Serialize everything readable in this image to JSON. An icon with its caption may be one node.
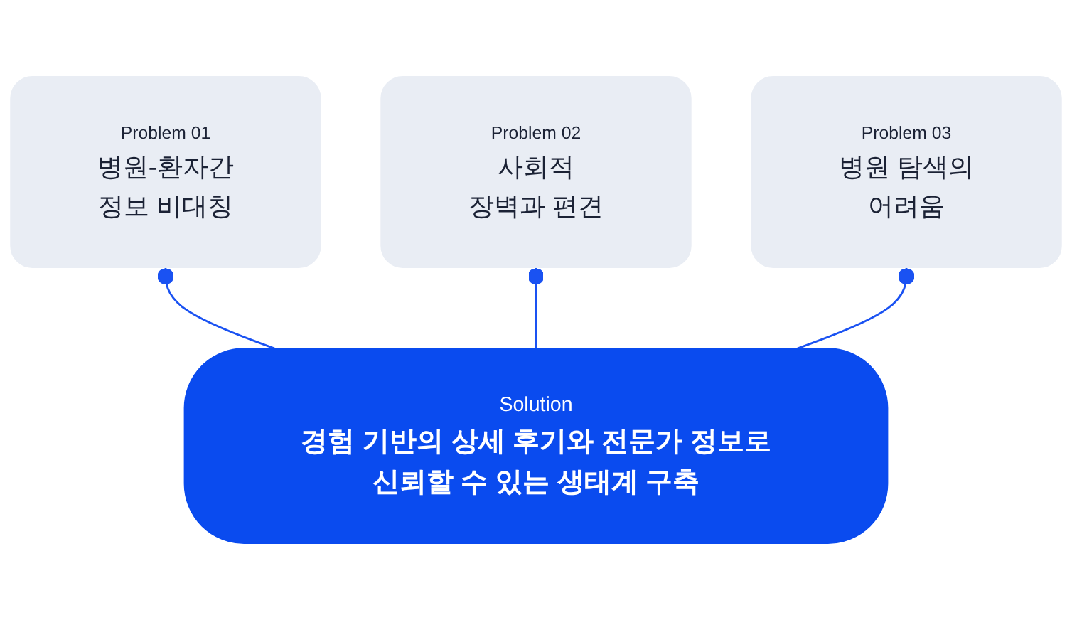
{
  "diagram": {
    "nodes": [
      {
        "text": [
          "Problem 01",
          "병원-환자간 정보 비대칭"
        ]
      },
      {
        "text": [
          "Problem 02",
          "사회적 장벽과 편견"
        ]
      },
      {
        "text": [
          "Problem 03",
          "병원 탐색의 어려움"
        ]
      },
      {
        "text": [
          "Solution",
          "경험 기반의 상세 후기와 전문가 정보로 신뢰할 수 있는 생태계 구축"
        ]
      }
    ],
    "edges": [
      {
        "from": 3,
        "to": 0,
        "arrow": "other"
      },
      {
        "from": 3,
        "to": 1,
        "arrow": "other"
      },
      {
        "from": 3,
        "to": 2,
        "arrow": "other"
      }
    ]
  }
}
